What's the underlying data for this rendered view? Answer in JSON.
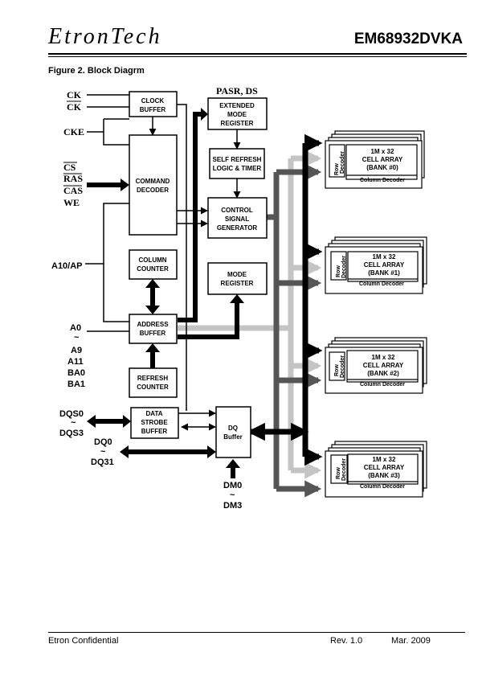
{
  "header": {
    "logo": "EtronTech",
    "part_number": "EM68932DVKA",
    "figure_title": "Figure 2. Block Diagrm"
  },
  "inputs": {
    "ck": "CK",
    "ck_bar": "CK",
    "cke": "CKE",
    "cs": "CS",
    "ras": "RAS",
    "cas": "CAS",
    "we": "WE",
    "a10ap": "A10/AP",
    "a0": "A0",
    "tilde": "~",
    "a9": "A9",
    "a11": "A11",
    "ba0": "BA0",
    "ba1": "BA1",
    "dqs0": "DQS0",
    "dqs3": "DQS3",
    "dq0": "DQ0",
    "dq31": "DQ31",
    "dm0": "DM0",
    "dm3": "DM3",
    "pasr_ds": "PASR, DS"
  },
  "blocks": {
    "clock_buffer": [
      "CLOCK",
      "BUFFER"
    ],
    "command_decoder": [
      "COMMAND",
      "DECODER"
    ],
    "column_counter": [
      "COLUMN",
      "COUNTER"
    ],
    "address_buffer": [
      "ADDRESS",
      "BUFFER"
    ],
    "refresh_counter": [
      "REFRESH",
      "COUNTER"
    ],
    "data_strobe_buffer": [
      "DATA",
      "STROBE",
      "BUFFER"
    ],
    "emr": [
      "EXTENDED",
      "MODE",
      "REGISTER"
    ],
    "self_refresh": [
      "SELF REFRESH",
      "LOGIC & TIMER"
    ],
    "control_signal": [
      "CONTROL",
      "SIGNAL",
      "GENERATOR"
    ],
    "mode_register": [
      "MODE",
      "REGISTER"
    ],
    "dq_buffer": [
      "DQ",
      "Buffer"
    ]
  },
  "banks": [
    {
      "size": "1M x 32",
      "name": "CELL ARRAY",
      "bank": "(BANK #0)",
      "row_decoder": [
        "Row",
        "Decoder"
      ],
      "col_decoder": "Column Decoder"
    },
    {
      "size": "1M x 32",
      "name": "CELL ARRAY",
      "bank": "(BANK #1)",
      "row_decoder": [
        "Row",
        "Decoder"
      ],
      "col_decoder": "Column Decoder"
    },
    {
      "size": "1M x 32",
      "name": "CELL ARRAY",
      "bank": "(BANK #2)",
      "row_decoder": [
        "Row",
        "Decoder"
      ],
      "col_decoder": "Column Decoder"
    },
    {
      "size": "1M x 32",
      "name": "CELL ARRAY",
      "bank": "(BANK #3)",
      "row_decoder": [
        "Row",
        "Decoder"
      ],
      "col_decoder": "Column Decoder"
    }
  ],
  "footer": {
    "left": "Etron Confidential",
    "rev": "Rev. 1.0",
    "date": "Mar. 2009"
  }
}
